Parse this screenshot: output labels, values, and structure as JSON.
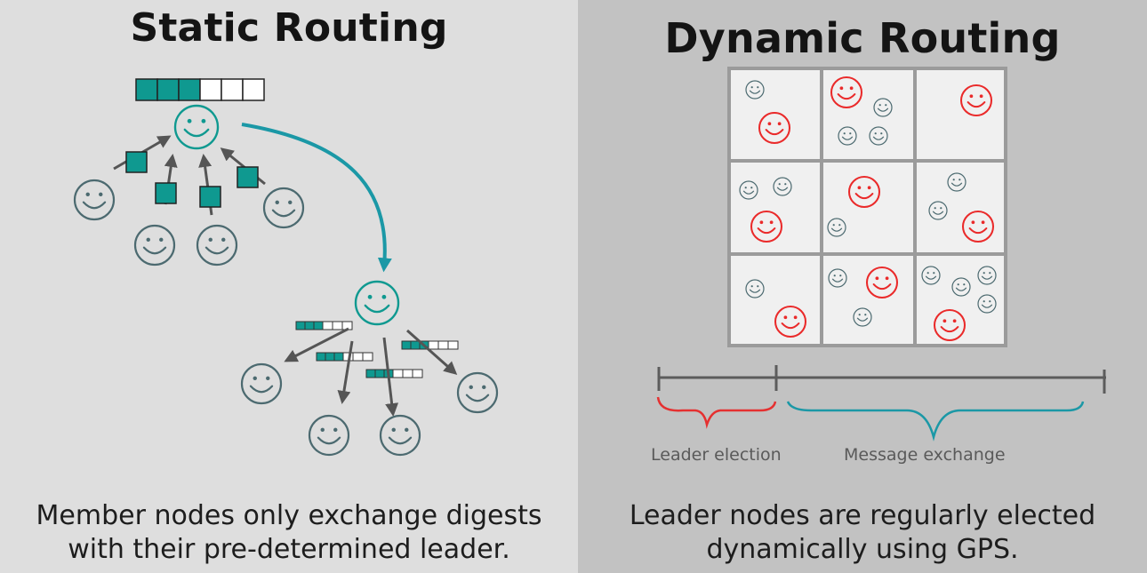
{
  "left": {
    "title": "Static Routing",
    "caption_line1": "Member nodes only exchange digests",
    "caption_line2": "with their pre-determined leader."
  },
  "right": {
    "title": "Dynamic Routing",
    "caption_line1": "Leader nodes are regularly elected",
    "caption_line2": "dynamically using GPS.",
    "timeline": {
      "phase1_label": "Leader election",
      "phase2_label": "Message exchange"
    }
  },
  "colors": {
    "left_bg": "#dedede",
    "right_bg": "#c2c2c2",
    "teal": "#0f9990",
    "gray_node": "#4c6a70",
    "leader_red": "#ea2a2a",
    "arrow_blue": "#1b98a6",
    "brace_red": "#e53030",
    "brace_teal": "#1b98a6"
  },
  "icons": {
    "leader": "smiley-face-icon",
    "member": "smiley-face-icon",
    "digest": "square-digest-icon",
    "buffer": "buffer-bar-icon"
  }
}
